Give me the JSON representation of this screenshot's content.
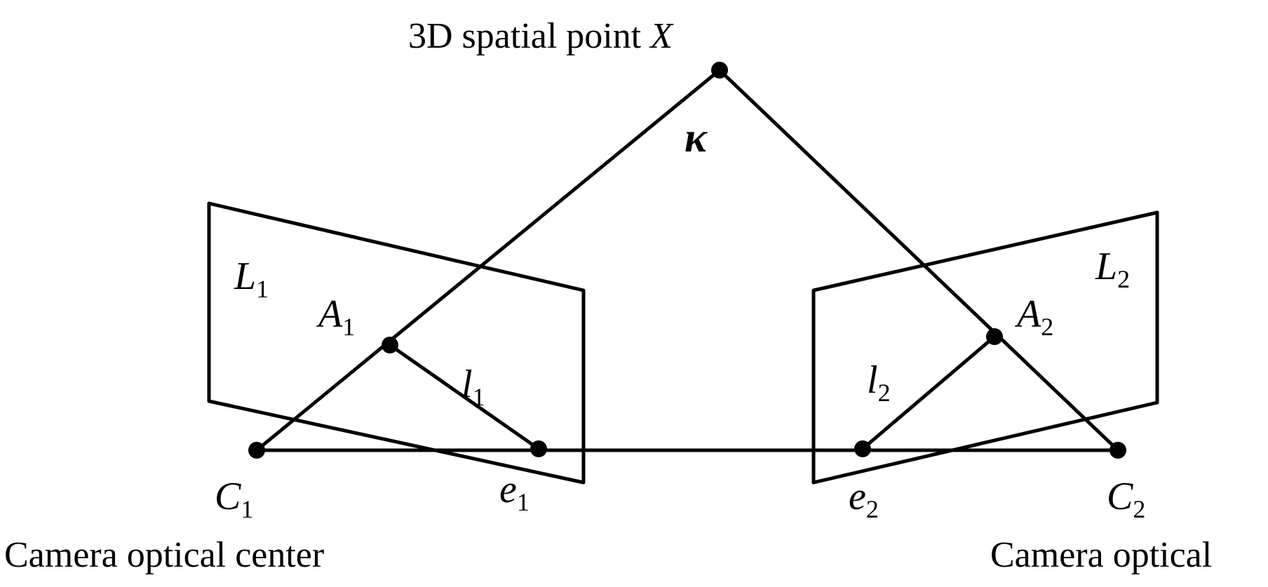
{
  "title": {
    "prefix": "3D spatial point ",
    "var": "X"
  },
  "symbols": {
    "kappa": "κ"
  },
  "planes": {
    "left": {
      "name": "L",
      "sub": "1"
    },
    "right": {
      "name": "L",
      "sub": "2"
    }
  },
  "points": {
    "A1": {
      "name": "A",
      "sub": "1"
    },
    "A2": {
      "name": "A",
      "sub": "2"
    },
    "C1": {
      "name": "C",
      "sub": "1"
    },
    "C2": {
      "name": "C",
      "sub": "2"
    },
    "e1": {
      "name": "e",
      "sub": "1"
    },
    "e2": {
      "name": "e",
      "sub": "2"
    }
  },
  "lines": {
    "l1": {
      "name": "l",
      "sub": "1"
    },
    "l2": {
      "name": "l",
      "sub": "2"
    }
  },
  "captions": {
    "left": "Camera optical center",
    "right": "Camera optical"
  },
  "colors": {
    "stroke": "#000000",
    "background": "#ffffff"
  }
}
